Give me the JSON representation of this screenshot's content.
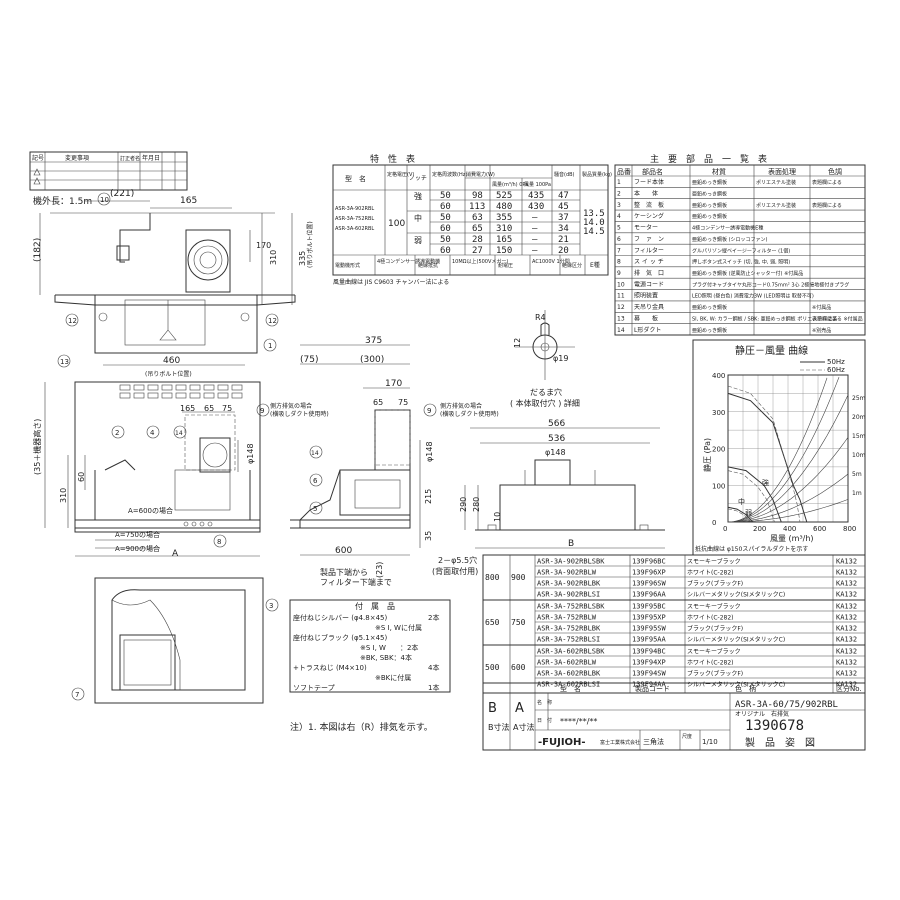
{
  "page": {
    "background": "#ffffff",
    "line_color": "#333333"
  },
  "revision_table": {
    "headers": [
      "記号",
      "変更事項",
      "年月日",
      "",
      ""
    ],
    "extra_header": "訂正者名"
  },
  "top_view": {
    "cord_label": "機外長：1.5m",
    "dim_221": "(221)",
    "dim_165": "165",
    "dim_182": "(182)",
    "dim_170": "170",
    "dim_310": "310",
    "dim_335": "335",
    "dim_hanging": "(吊りボルト位置)",
    "dim_460": "460",
    "dim_460_note": "(吊りボルト位置)",
    "callouts": [
      "10",
      "12",
      "12",
      "1"
    ]
  },
  "front_view": {
    "callouts": [
      "13",
      "2",
      "4",
      "14",
      "8",
      "9"
    ],
    "dim_total": "(35＋機器高さ)",
    "dim_310": "310",
    "dim_60": "60",
    "dim_65": "65",
    "dim_75": "75",
    "dim_165": "165",
    "dim_148": "φ148",
    "label_a600": "A=600の場合",
    "label_a750": "A=750の場合",
    "label_a900": "A=900の場合",
    "label_A": "A",
    "duct_note_line1": "側方排気の場合",
    "duct_note_line2": "(横吸しダクト使用時)"
  },
  "side_view": {
    "dim_375": "375",
    "dim_75": "(75)",
    "dim_300": "(300)",
    "dim_170": "170",
    "dim_65": "65",
    "dim_75b": "75",
    "dim_148": "φ148",
    "dim_215": "215",
    "dim_35": "35",
    "dim_600": "600",
    "dim_23": "(23)",
    "callouts": [
      "14",
      "6",
      "5",
      "9"
    ],
    "bottom_note_line1": "製品下端から",
    "bottom_note_line2": "フィルター下端まで",
    "duct_note_line1": "側方排気の場合",
    "duct_note_line2": "(横吸しダクト使用時)"
  },
  "keyhole": {
    "dim_r4": "R4",
    "dim_12": "12",
    "dim_19": "φ19",
    "label_line1": "だるま穴",
    "label_line2": "( 本体取付穴 ) 詳細"
  },
  "rear_view": {
    "dim_566": "566",
    "dim_536": "536",
    "dim_148": "φ148",
    "dim_290": "290",
    "dim_280": "280",
    "dim_10": "10",
    "label_B": "B",
    "hole_note_line1": "2－φ5.5穴",
    "hole_note_line2": "(背面取付用)"
  },
  "bottom_view": {
    "callouts": [
      "3",
      "7"
    ]
  },
  "spec_table": {
    "title": "特　性　表",
    "headers": [
      "型　名",
      "定格電圧(V)",
      "ノッチ",
      "定格周波数(Hz)",
      "消費電力(W)",
      "風量(m³/h) 0Pa",
      "風量 100Pa",
      "騒音(dB)",
      "製品質量(kg)"
    ],
    "models": [
      "ASR-3A-902RBL",
      "ASR-3A-752RBL",
      "ASR-3A-602RBL"
    ],
    "voltage": "100",
    "rows": [
      [
        "強",
        "50",
        "98",
        "525",
        "435",
        "47"
      ],
      [
        "",
        "60",
        "113",
        "480",
        "430",
        "45"
      ],
      [
        "中",
        "50",
        "63",
        "355",
        "―",
        "37"
      ],
      [
        "",
        "60",
        "65",
        "310",
        "―",
        "34"
      ],
      [
        "弱",
        "50",
        "28",
        "165",
        "―",
        "21"
      ],
      [
        "",
        "60",
        "27",
        "150",
        "―",
        "20"
      ]
    ],
    "mass": [
      "13.5",
      "14.0",
      "14.5"
    ],
    "motor_row": [
      "電動機形式",
      "4極コンデンサー誘導電動機",
      "絶縁抵抗",
      "10MΩ以上(500Vメガー)",
      "耐電圧",
      "AC1000V 1分間",
      "絶縁区分",
      "E種"
    ],
    "footnote": "風量曲線は JIS C9603 チャンバー法による"
  },
  "parts_table": {
    "title": "主　要　部　品　一　覧　表",
    "headers": [
      "品番",
      "部品名",
      "材質",
      "表面処理",
      "色調"
    ],
    "rows": [
      [
        "1",
        "フード本体",
        "亜鉛めっき鋼板",
        "ポリエステル塗装",
        "表題欄による"
      ],
      [
        "2",
        "本　　体",
        "亜鉛めっき鋼板",
        "",
        ""
      ],
      [
        "3",
        "整　流　板",
        "亜鉛めっき鋼板",
        "ポリエステル塗装",
        "表題欄による"
      ],
      [
        "4",
        "ケーシング",
        "亜鉛めっき鋼板",
        "",
        ""
      ],
      [
        "5",
        "モーター",
        "4極コンデンサー誘導電動機E種",
        "",
        ""
      ],
      [
        "6",
        "フ　ァ　ン",
        "亜鉛めっき鋼板 (シロッコファン)",
        "",
        ""
      ],
      [
        "7",
        "フィルター",
        "グルパリゾン縦ベイージーフィルター (1個)",
        "",
        ""
      ],
      [
        "8",
        "ス イ ッ チ",
        "押しボタン式スイッチ (切, 強, 中, 弱, 照明)",
        "",
        ""
      ],
      [
        "9",
        "排　気　口",
        "亜鉛めっき鋼板 (逆風防止シャッター付) ※付属品",
        "",
        ""
      ],
      [
        "10",
        "電源コード",
        "プラグ付キャブタイヤ丸形コード0.75mm² 3心 2極接地極付きプラグ",
        "",
        ""
      ],
      [
        "11",
        "照明装置",
        "LED照明 (昼白色) 消費電力3W (LED照明は 取替不可)",
        "",
        ""
      ],
      [
        "12",
        "天吊り金具",
        "亜鉛めっき鋼板",
        "",
        "※付属品"
      ],
      [
        "13",
        "幕　　板",
        "SI, BK, W: カラー鋼板 / SBK: 亜鉛めっき鋼板 ポリエステル塗装",
        "",
        "表題欄による ※付属品"
      ],
      [
        "14",
        "L形ダクト",
        "亜鉛めっき鋼板",
        "",
        "※別売品"
      ]
    ]
  },
  "pq_chart": {
    "title": "静圧－風量 曲線",
    "xlabel": "風量 (m³/h)",
    "ylabel": "静圧 (Pa)",
    "legend_50": "50Hz",
    "legend_60": "60Hz",
    "notch_labels": [
      "強",
      "中",
      "弱"
    ],
    "resistance_labels": [
      "25m",
      "20m",
      "15m",
      "10m",
      "5m",
      "1m"
    ],
    "xticks": [
      "0",
      "200",
      "400",
      "600",
      "800"
    ],
    "yticks": [
      "0",
      "100",
      "200",
      "300",
      "400"
    ],
    "footnote": "抵抗曲線は φ150スパイラルダクトを示す"
  },
  "chart_data": {
    "type": "line",
    "title": "静圧－風量 曲線",
    "xlabel": "風量 (m³/h)",
    "ylabel": "静圧 (Pa)",
    "xlim": [
      0,
      800
    ],
    "ylim": [
      0,
      400
    ],
    "grid": true,
    "legend": "top-right",
    "series": [
      {
        "name": "強 50Hz",
        "x": [
          0,
          150,
          300,
          435,
          480,
          525
        ],
        "y": [
          350,
          330,
          270,
          100,
          60,
          0
        ]
      },
      {
        "name": "強 60Hz",
        "x": [
          0,
          150,
          300,
          430,
          460,
          480
        ],
        "y": [
          370,
          350,
          280,
          100,
          50,
          0
        ]
      },
      {
        "name": "中 50Hz",
        "x": [
          0,
          120,
          240,
          300,
          355
        ],
        "y": [
          150,
          140,
          100,
          60,
          0
        ]
      },
      {
        "name": "中 60Hz",
        "x": [
          0,
          100,
          200,
          260,
          310
        ],
        "y": [
          140,
          130,
          95,
          60,
          0
        ]
      },
      {
        "name": "弱 50Hz",
        "x": [
          0,
          60,
          120,
          165
        ],
        "y": [
          40,
          35,
          20,
          0
        ]
      },
      {
        "name": "弱 60Hz",
        "x": [
          0,
          60,
          110,
          150
        ],
        "y": [
          36,
          30,
          18,
          0
        ]
      }
    ]
  },
  "model_table": {
    "col_B": "B",
    "col_A": "A",
    "col_B_label": "B寸法",
    "col_A_label": "A寸法",
    "header_model": "型　名",
    "header_code": "製品コード",
    "header_color": "色　柄",
    "header_no": "区分No.",
    "groups": [
      {
        "B": "800",
        "A": "900",
        "rows": [
          [
            "ASR-3A-902RBLSBK",
            "139F96BC",
            "スモーキーブラック",
            "KA132"
          ],
          [
            "ASR-3A-902RBLW",
            "139F96XP",
            "ホワイト(C-282)",
            "KA132"
          ],
          [
            "ASR-3A-902RBLBK",
            "139F96SW",
            "ブラック(ブラックF)",
            "KA132"
          ],
          [
            "ASR-3A-902RBLSI",
            "139F96AA",
            "シルバーメタリック(SIメタリックC)",
            "KA132"
          ]
        ]
      },
      {
        "B": "650",
        "A": "750",
        "rows": [
          [
            "ASR-3A-752RBLSBK",
            "139F95BC",
            "スモーキーブラック",
            "KA132"
          ],
          [
            "ASR-3A-752RBLW",
            "139F95XP",
            "ホワイト(C-282)",
            "KA132"
          ],
          [
            "ASR-3A-752RBLBK",
            "139F95SW",
            "ブラック(ブラックF)",
            "KA132"
          ],
          [
            "ASR-3A-752RBLSI",
            "139F95AA",
            "シルバーメタリック(SIメタリックC)",
            "KA132"
          ]
        ]
      },
      {
        "B": "500",
        "A": "600",
        "rows": [
          [
            "ASR-3A-602RBLSBK",
            "139F94BC",
            "スモーキーブラック",
            "KA132"
          ],
          [
            "ASR-3A-602RBLW",
            "139F94XP",
            "ホワイト(C-282)",
            "KA132"
          ],
          [
            "ASR-3A-602RBLBK",
            "139F94SW",
            "ブラック(ブラックF)",
            "KA132"
          ],
          [
            "ASR-3A-602RBLSI",
            "139F94AA",
            "シルバーメタリック(SIメタリックC)",
            "KA132"
          ]
        ]
      }
    ]
  },
  "title_block": {
    "label_name": "名　称",
    "name_value": "ASR-3A-60/75/902RBL",
    "original_label": "オリジナル　右排気",
    "label_date": "日　付",
    "date_value": "****/**/**",
    "drawing_no": "1390678",
    "doc_type": "製　品　姿　図",
    "projection": "三角法",
    "scale_label": "尺度",
    "scale_value": "1/10",
    "brand": "-FUJIOH-",
    "company": "富士工業株式会社"
  },
  "accessories": {
    "title": "付　属　品",
    "rows": [
      [
        "座付ねじシルバー (φ4.8×45)",
        "2本"
      ],
      [
        "",
        "※S I, Wに付属"
      ],
      [
        "座付ねじブラック (φ5.1×45)",
        ""
      ],
      [
        "",
        "※S I, W　　：2本"
      ],
      [
        "",
        "※BK, SBK：4本"
      ],
      [
        "+トラスねじ (M4×10)",
        "4本"
      ],
      [
        "",
        "※BKに付属"
      ],
      [
        "ソフトテープ",
        "1本"
      ]
    ]
  },
  "note": "注）1. 本図は右（R）排気を示す。"
}
